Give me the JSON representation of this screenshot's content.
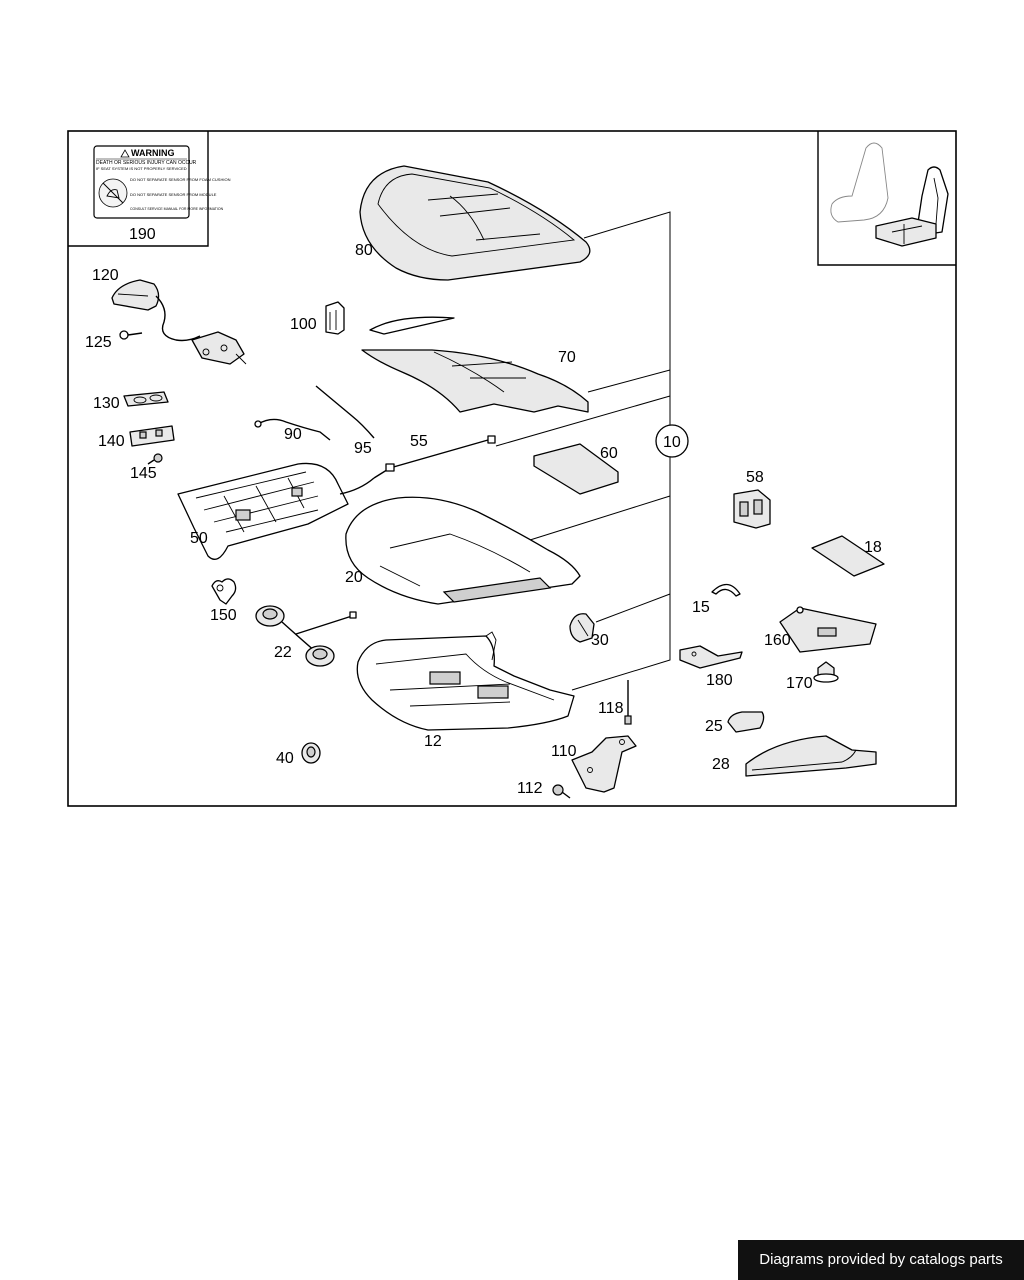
{
  "warning_label": {
    "heading": "WARNING",
    "line1": "DEATH OR SERIOUS INJURY CAN OCCUR",
    "line2": "IF SEAT SYSTEM IS NOT PROPERLY SERVICED",
    "bullet1": "DO NOT SEPARATE SENSOR FROM FOAM CUSHION",
    "bullet2": "DO NOT SEPARATE SENSOR FROM MODULE",
    "footnote": "CONSULT SERVICE MANUAL FOR MORE INFORMATION"
  },
  "callouts": {
    "c190": "190",
    "c80": "80",
    "c120": "120",
    "c125": "125",
    "c100": "100",
    "c70": "70",
    "c130": "130",
    "c90": "90",
    "c140": "140",
    "c95": "95",
    "c55": "55",
    "c10": "10",
    "c60": "60",
    "c145": "145",
    "c58": "58",
    "c50": "50",
    "c18": "18",
    "c20": "20",
    "c15": "15",
    "c150": "150",
    "c30": "30",
    "c160": "160",
    "c22": "22",
    "c180": "180",
    "c170": "170",
    "c118": "118",
    "c12": "12",
    "c25": "25",
    "c110": "110",
    "c40": "40",
    "c28": "28",
    "c112": "112"
  },
  "footer": {
    "text": "Diagrams provided by catalogs parts"
  },
  "colors": {
    "line": "#000000",
    "background": "#ffffff",
    "footer_bg": "#111111",
    "footer_text": "#ffffff"
  }
}
